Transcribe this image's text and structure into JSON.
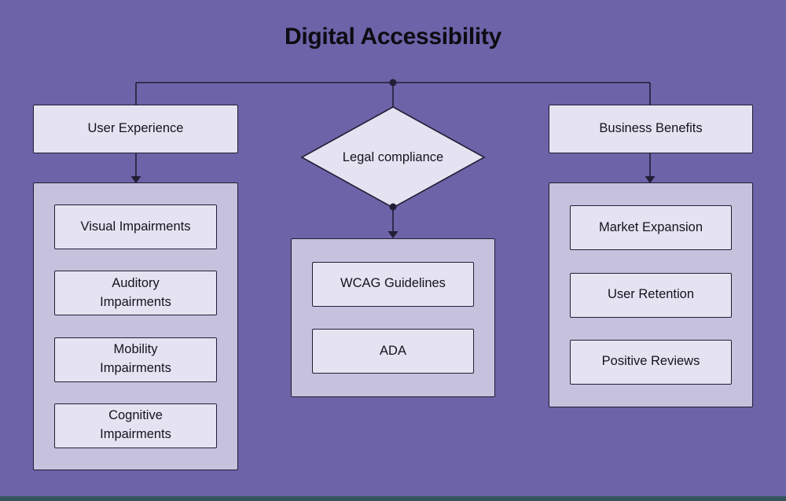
{
  "title": "Digital Accessibility",
  "nodes": {
    "user_experience": {
      "label": "User Experience",
      "children": [
        "Visual Impairments",
        "Auditory\nImpairments",
        "Mobility\nImpairments",
        "Cognitive\nImpairments"
      ]
    },
    "legal_compliance": {
      "label": "Legal compliance",
      "children": [
        "WCAG Guidelines",
        "ADA"
      ]
    },
    "business_benefits": {
      "label": "Business Benefits",
      "children": [
        "Market Expansion",
        "User Retention",
        "Positive Reviews"
      ]
    }
  },
  "colors": {
    "background": "#6c63a8",
    "node_fill": "#e5e3f1",
    "group_fill": "#c6c1dd",
    "border": "#221e36",
    "text": "#15131d"
  }
}
